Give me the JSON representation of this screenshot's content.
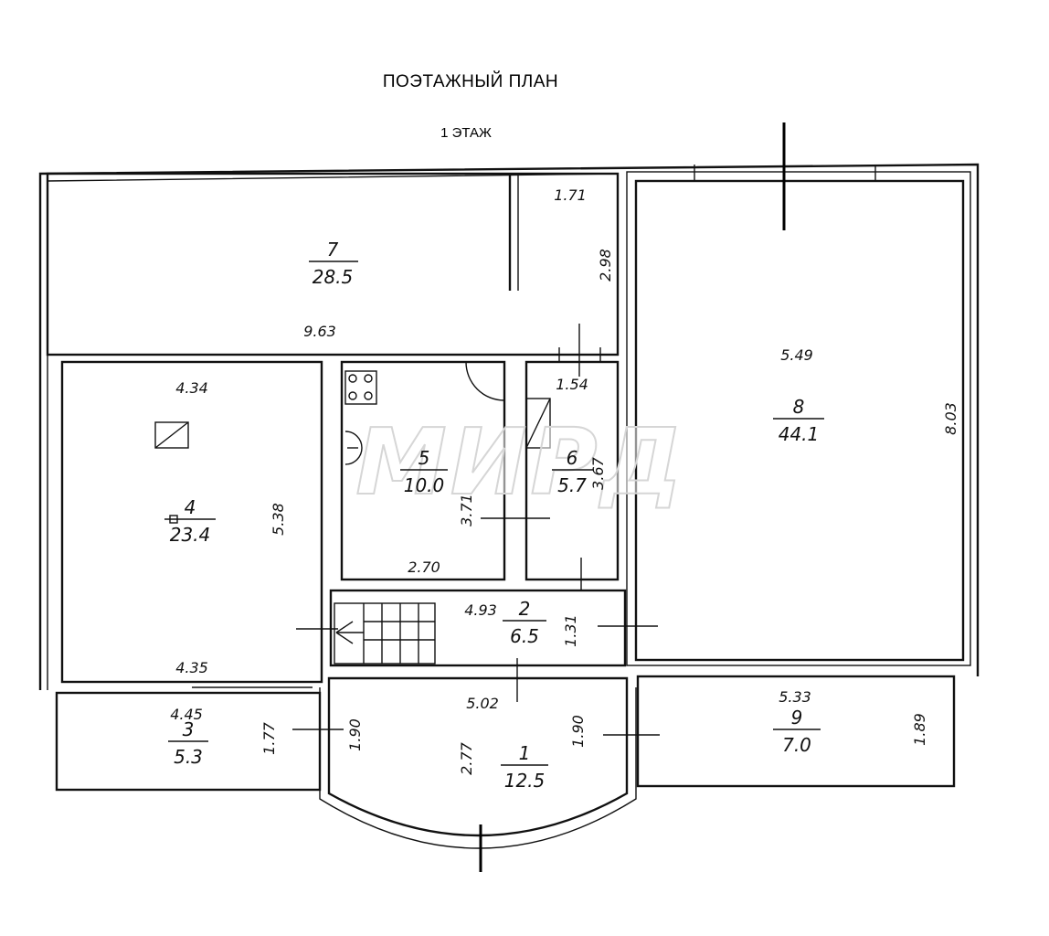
{
  "header": {
    "title": "ПОЭТАЖНЫЙ ПЛАН",
    "floor": "1 ЭТАЖ"
  },
  "watermark": "МИРД",
  "rooms": [
    {
      "number": "1",
      "area": "12.5"
    },
    {
      "number": "2",
      "area": "6.5"
    },
    {
      "number": "3",
      "area": "5.3"
    },
    {
      "number": "4",
      "area": "23.4"
    },
    {
      "number": "5",
      "area": "10.0"
    },
    {
      "number": "6",
      "area": "5.7"
    },
    {
      "number": "7",
      "area": "28.5"
    },
    {
      "number": "8",
      "area": "44.1"
    },
    {
      "number": "9",
      "area": "7.0"
    }
  ],
  "dims": {
    "r7_width": "9.63",
    "r7_small_width": "1.71",
    "r7_small_height": "2.98",
    "r8_width": "5.49",
    "r8_height": "8.03",
    "r4_top": "4.34",
    "r4_bottom": "4.35",
    "r4_height": "5.38",
    "r5_width": "2.70",
    "r5_height": "3.71",
    "r6_width": "1.54",
    "r6_height": "3.67",
    "r2_width": "4.93",
    "r2_height": "1.31",
    "r1_width": "5.02",
    "r1_height": "2.77",
    "r1_left_h": "1.90",
    "r1_right_h": "1.90",
    "r3_width": "4.45",
    "r3_height": "1.77",
    "r9_width": "5.33",
    "r9_height": "1.89"
  }
}
